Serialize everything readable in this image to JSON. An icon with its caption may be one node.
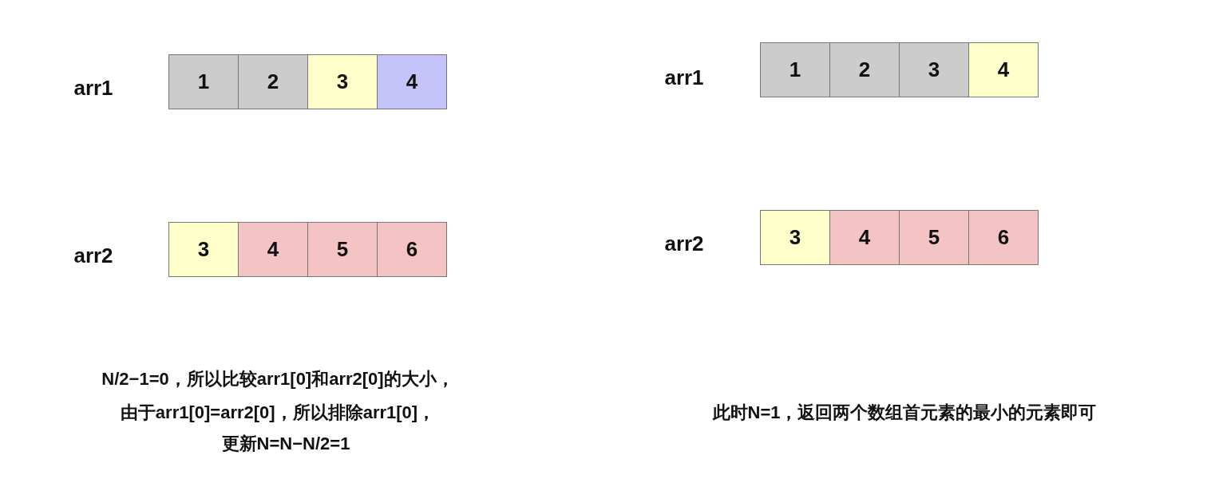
{
  "diagram": {
    "nodes": [
      {
        "text": [
          "1"
        ]
      },
      {
        "text": [
          "2"
        ]
      },
      {
        "text": [
          "3"
        ]
      },
      {
        "text": [
          "4"
        ]
      },
      {
        "text": [
          "3"
        ]
      },
      {
        "text": [
          "4"
        ]
      },
      {
        "text": [
          "5"
        ]
      },
      {
        "text": [
          "6"
        ]
      },
      {
        "text": [
          "1"
        ]
      },
      {
        "text": [
          "2"
        ]
      },
      {
        "text": [
          "3"
        ]
      },
      {
        "text": [
          "4"
        ]
      },
      {
        "text": [
          "3"
        ]
      },
      {
        "text": [
          "4"
        ]
      },
      {
        "text": [
          "5"
        ]
      },
      {
        "text": [
          "6"
        ]
      }
    ],
    "labels": [
      "arr1",
      "arr2",
      "arr1",
      "arr2",
      "N/2−1=0，所以比较arr1[0]和arr2[0]的大小，",
      "由于arr1[0]=arr2[0]，所以排除arr1[0]，",
      "更新N=N−N/2=1",
      "此时N=1，返回两个数组首元素的最小的元素即可"
    ]
  }
}
